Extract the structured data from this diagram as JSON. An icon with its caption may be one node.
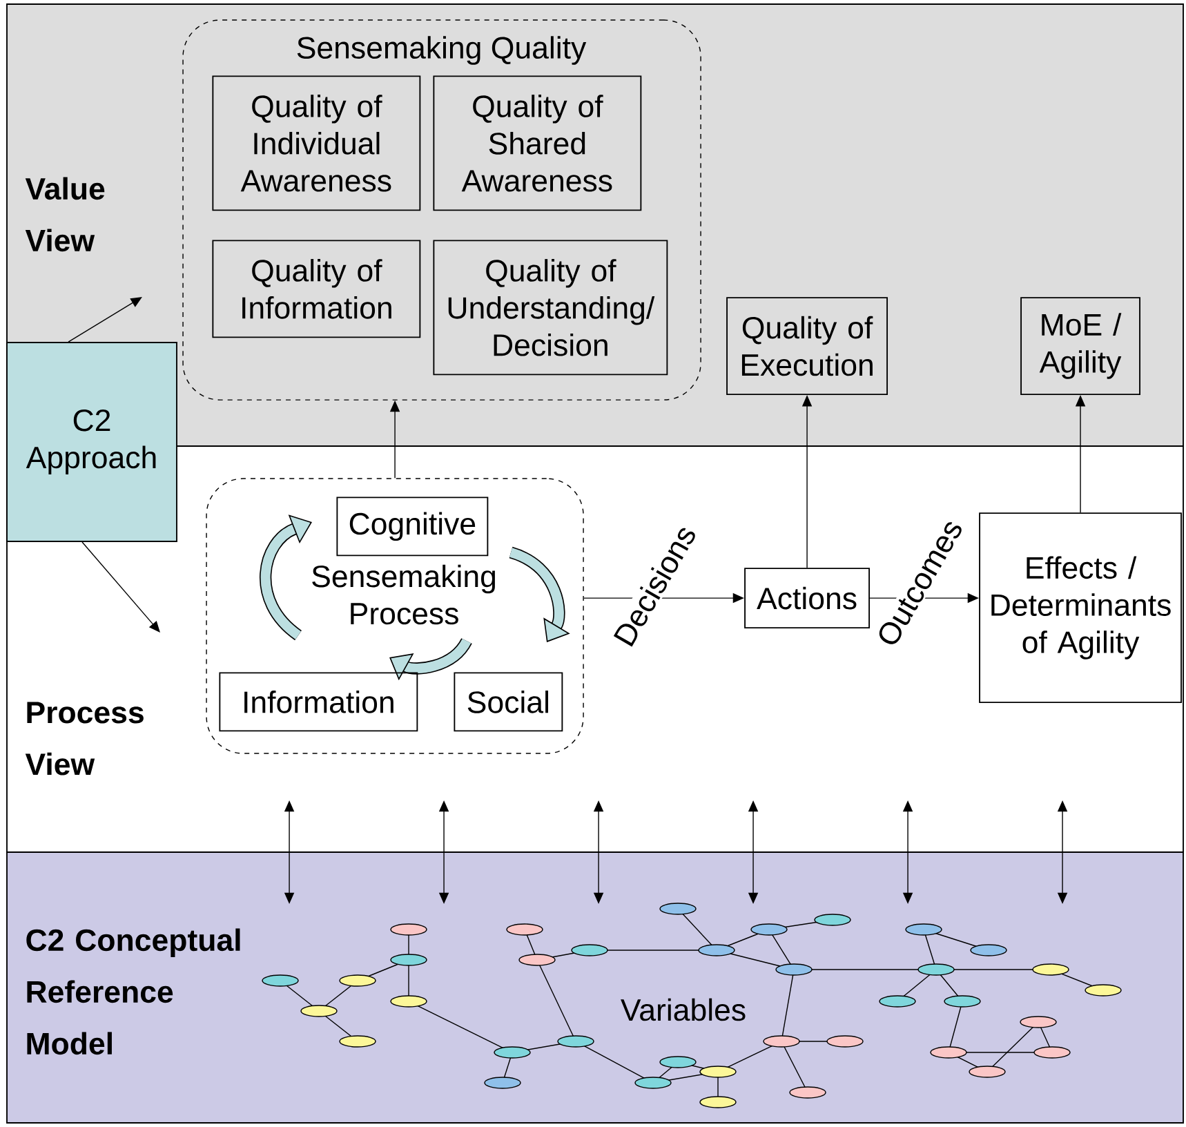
{
  "diagram": {
    "nodes": [
      {
        "text": [
          "Value View"
        ]
      },
      {
        "text": [
          "Sensemaking Quality"
        ],
        "in": 0
      },
      {
        "text": [
          "Quality of Individual Awareness"
        ],
        "in": 1
      },
      {
        "text": [
          "Quality of Shared Awareness"
        ],
        "in": 1
      },
      {
        "text": [
          "Quality of Information"
        ],
        "in": 1
      },
      {
        "text": [
          "Quality of Understanding/ Decision"
        ],
        "in": 1
      },
      {
        "text": [
          "Quality of Execution"
        ],
        "in": 0
      },
      {
        "text": [
          "MoE / Agility"
        ],
        "in": 0
      },
      {
        "text": [
          "C2 Approach"
        ]
      },
      {
        "text": [
          "Process View"
        ]
      },
      {
        "text": [
          "Sensemaking Process"
        ],
        "in": 9
      },
      {
        "text": [
          "Cognitive"
        ],
        "in": 10
      },
      {
        "text": [
          "Information"
        ],
        "in": 10
      },
      {
        "text": [
          "Social"
        ],
        "in": 10
      },
      {
        "text": [
          "Actions"
        ],
        "in": 9
      },
      {
        "text": [
          "Effects / Determinants of Agility"
        ],
        "in": 9
      },
      {
        "text": [
          "C2 Conceptual Reference Model"
        ]
      }
    ],
    "edges": [
      {
        "from": 10,
        "to": 1,
        "arrow": "to"
      },
      {
        "from": 14,
        "to": 6,
        "arrow": "to"
      },
      {
        "from": 15,
        "to": 7,
        "arrow": "to"
      },
      {
        "from": 10,
        "to": 14,
        "arrow": "to",
        "label": "Decisions"
      },
      {
        "from": 14,
        "to": 15,
        "arrow": "to",
        "label": "Outcomes"
      },
      {
        "from": 8,
        "to": null,
        "arrow": "to"
      },
      {
        "from": 8,
        "to": null,
        "arrow": "to"
      },
      {
        "from": 9,
        "to": 16,
        "arrow": "both"
      },
      {
        "from": 9,
        "to": 16,
        "arrow": "both"
      },
      {
        "from": 9,
        "to": 16,
        "arrow": "both"
      },
      {
        "from": 9,
        "to": 16,
        "arrow": "both"
      },
      {
        "from": 9,
        "to": 16,
        "arrow": "both"
      },
      {
        "from": 9,
        "to": 16,
        "arrow": "both"
      }
    ],
    "labels": [
      "Variables"
    ]
  }
}
